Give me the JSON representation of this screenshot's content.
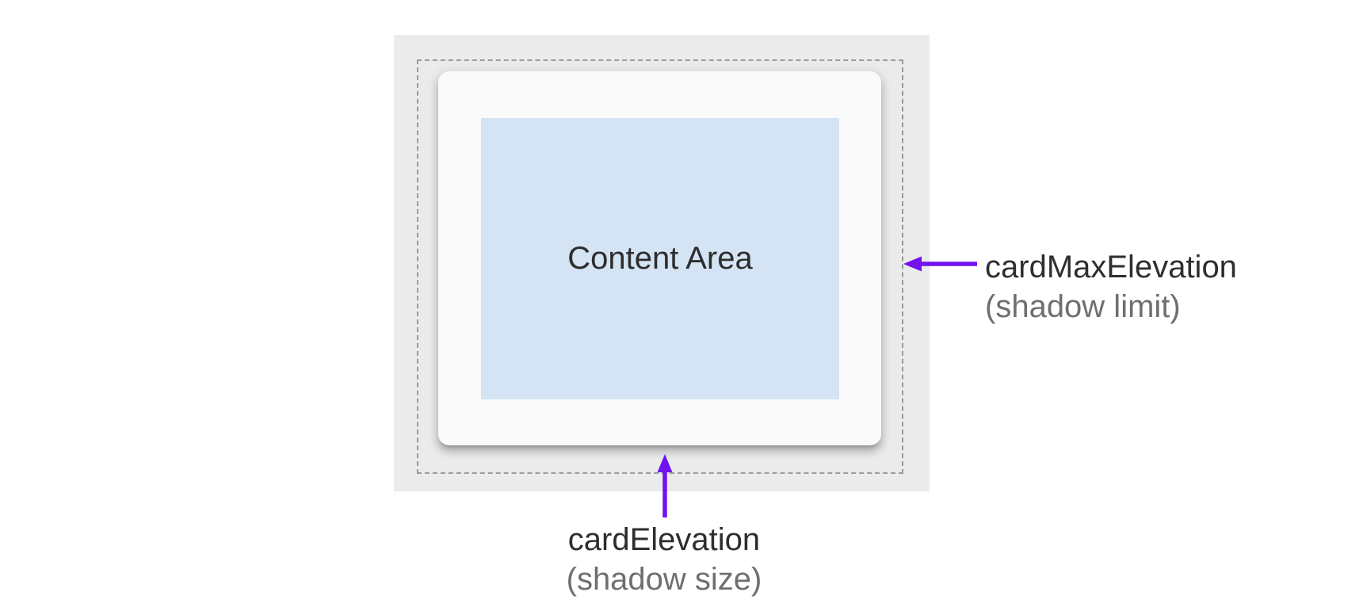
{
  "labels": {
    "content_area": "Content Area",
    "max_elevation": {
      "title": "cardMaxElevation",
      "subtitle": "(shadow limit)"
    },
    "elevation": {
      "title": "cardElevation",
      "subtitle": "(shadow size)"
    }
  },
  "colors": {
    "canvas_bg": "#ffffff",
    "container_bg": "#ebebeb",
    "dashed_border": "#9b9b9b",
    "card_bg": "#fafafa",
    "content_bg": "#d4e4f4",
    "content_text": "#2d2d2d",
    "arrow": "#7013f0",
    "label_primary": "#2e2e2e",
    "label_secondary": "#6f6f6f"
  }
}
